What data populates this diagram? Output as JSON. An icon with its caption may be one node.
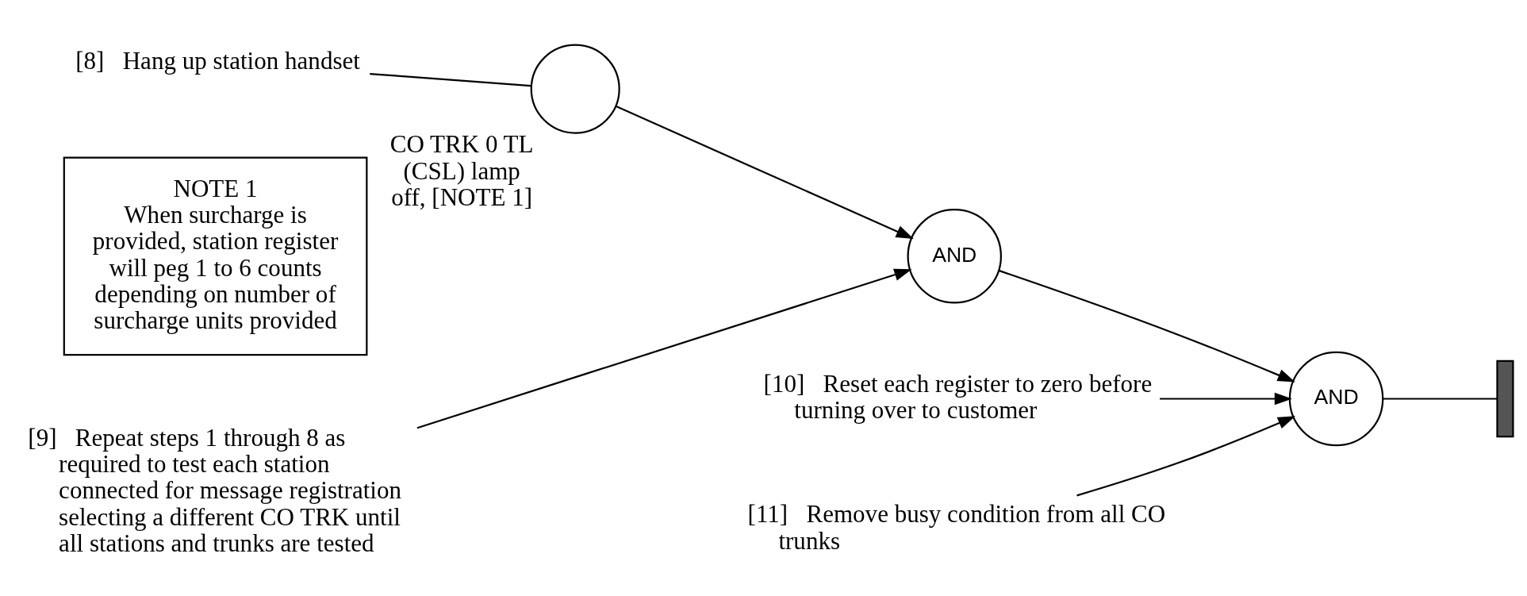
{
  "diagram": {
    "nodes": [
      {
        "text": [
          "[8]",
          "Hang up station handset"
        ]
      },
      {
        "text": [],
        "shape": "circle",
        "beside": [
          "CO TRK 0 TL (CSL) lamp off, [NOTE 1]"
        ]
      },
      {
        "text": [
          "NOTE 1",
          "When surcharge is provided, station register will peg 1 to 6 counts depending on number of surcharge units provided"
        ]
      },
      {
        "text": [
          "AND"
        ]
      },
      {
        "text": [
          "[9]",
          "Repeat steps 1 through 8 as required to test each station connected for message registration selecting a different CO TRK until all stations and trunks are tested"
        ]
      },
      {
        "text": [
          "[10]",
          "Reset each register to zero before turning over to customer"
        ]
      },
      {
        "text": [
          "AND"
        ]
      },
      {
        "text": [
          "[11]",
          "Remove busy condition from all CO trunks"
        ]
      },
      {
        "text": [],
        "shape": "bar"
      }
    ],
    "edges": [
      {
        "from": 0,
        "to": 1,
        "arrow": "none"
      },
      {
        "from": 1,
        "to": 3,
        "arrow": "to"
      },
      {
        "from": 4,
        "to": 3,
        "arrow": "to"
      },
      {
        "from": 3,
        "to": 6,
        "arrow": "to"
      },
      {
        "from": 5,
        "to": 6,
        "arrow": "to"
      },
      {
        "from": 7,
        "to": 6,
        "arrow": "to"
      },
      {
        "from": 6,
        "to": 8,
        "arrow": "none"
      }
    ]
  }
}
